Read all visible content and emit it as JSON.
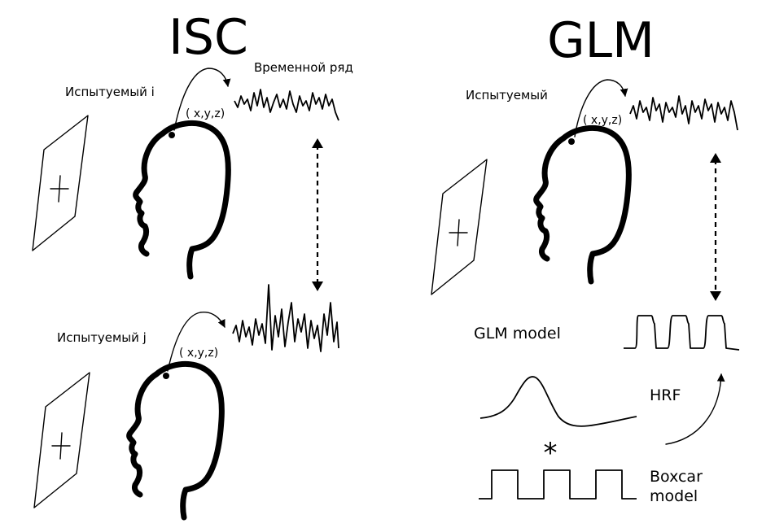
{
  "isc": {
    "title": "ISC",
    "subject_i_label": "Испытуемый i",
    "subject_j_label": "Испытуемый j",
    "timeseries_label": "Временной ряд",
    "coord_label": "( x,y,z)"
  },
  "glm": {
    "title": "GLM",
    "subject_label": "Испытуемый",
    "coord_label": "( x,y,z)",
    "glm_model_label": "GLM model",
    "hrf_label": "HRF",
    "convolution_symbol": "*",
    "boxcar_label_line1": "Boxcar",
    "boxcar_label_line2": "model"
  },
  "icons": [
    "fixation-cross-screen-icon",
    "head-profile-icon",
    "voxel-dot-icon",
    "curved-arrow-icon",
    "double-headed-dashed-arrow-icon"
  ],
  "colors": {
    "ink": "#000000",
    "background": "#ffffff"
  }
}
